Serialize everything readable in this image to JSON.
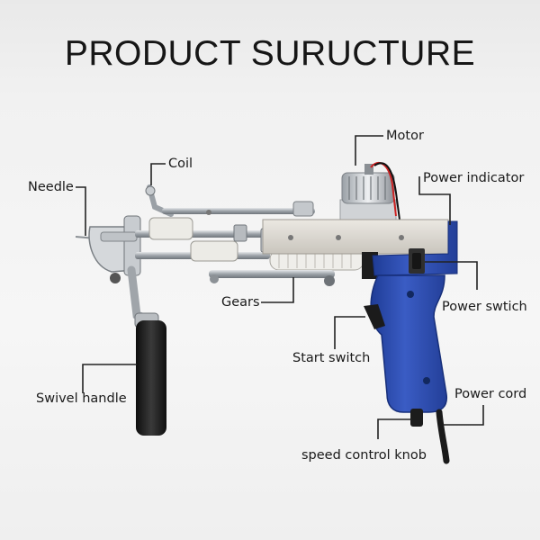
{
  "title": "PRODUCT SURUCTURE",
  "labels": {
    "motor": "Motor",
    "coil": "Coil",
    "needle": "Needle",
    "power_indicator": "Power indicator",
    "gears": "Gears",
    "power_switch": "Power swtich",
    "start_switch": "Start switch",
    "swivel_handle": "Swivel handle",
    "power_cord": "Power cord",
    "speed_control_knob": "speed control knob"
  },
  "colors": {
    "grip": "#2f4fae",
    "plate": "#d9d6cf",
    "handle": "#1b1b1b"
  }
}
